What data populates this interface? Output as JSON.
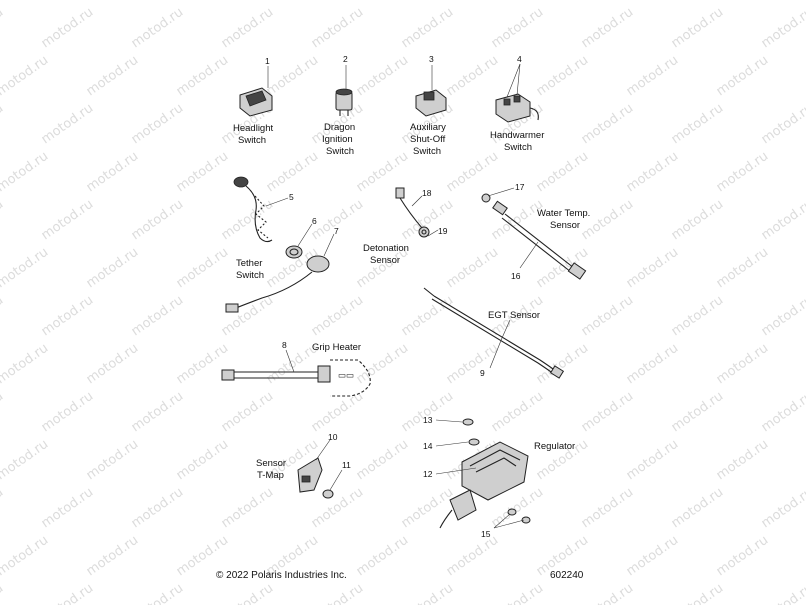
{
  "watermark": {
    "text": "motod.ru"
  },
  "parts": {
    "headlight_switch": {
      "num": "1",
      "label": [
        "Headlight",
        "Switch"
      ]
    },
    "dragon_ignition": {
      "num": "2",
      "label": [
        "Dragon",
        "Ignition",
        "Switch"
      ]
    },
    "aux_shutoff": {
      "num": "3",
      "label": [
        "Auxiliary",
        "Shut-Off",
        "Switch"
      ]
    },
    "handwarmer": {
      "num": "4",
      "label": [
        "Handwarmer",
        "Switch"
      ]
    },
    "tether": {
      "nums": [
        "5",
        "6",
        "7"
      ],
      "label": [
        "Tether",
        "Switch"
      ]
    },
    "detonation": {
      "nums": [
        "18",
        "19"
      ],
      "label": [
        "Detonation",
        "Sensor"
      ]
    },
    "water_temp": {
      "nums": [
        "17",
        "16"
      ],
      "label": [
        "Water Temp.",
        "Sensor"
      ]
    },
    "egt": {
      "num": "9",
      "label": "EGT Sensor"
    },
    "grip_heater": {
      "num": "8",
      "label": "Grip Heater"
    },
    "sensor_tmap": {
      "nums": [
        "10",
        "11"
      ],
      "label": [
        "Sensor",
        "T-Map"
      ]
    },
    "regulator": {
      "nums": [
        "13",
        "14",
        "12",
        "15"
      ],
      "label": "Regulator"
    }
  },
  "footer": {
    "copyright": "© 2022 Polaris Industries Inc.",
    "code": "602240"
  }
}
